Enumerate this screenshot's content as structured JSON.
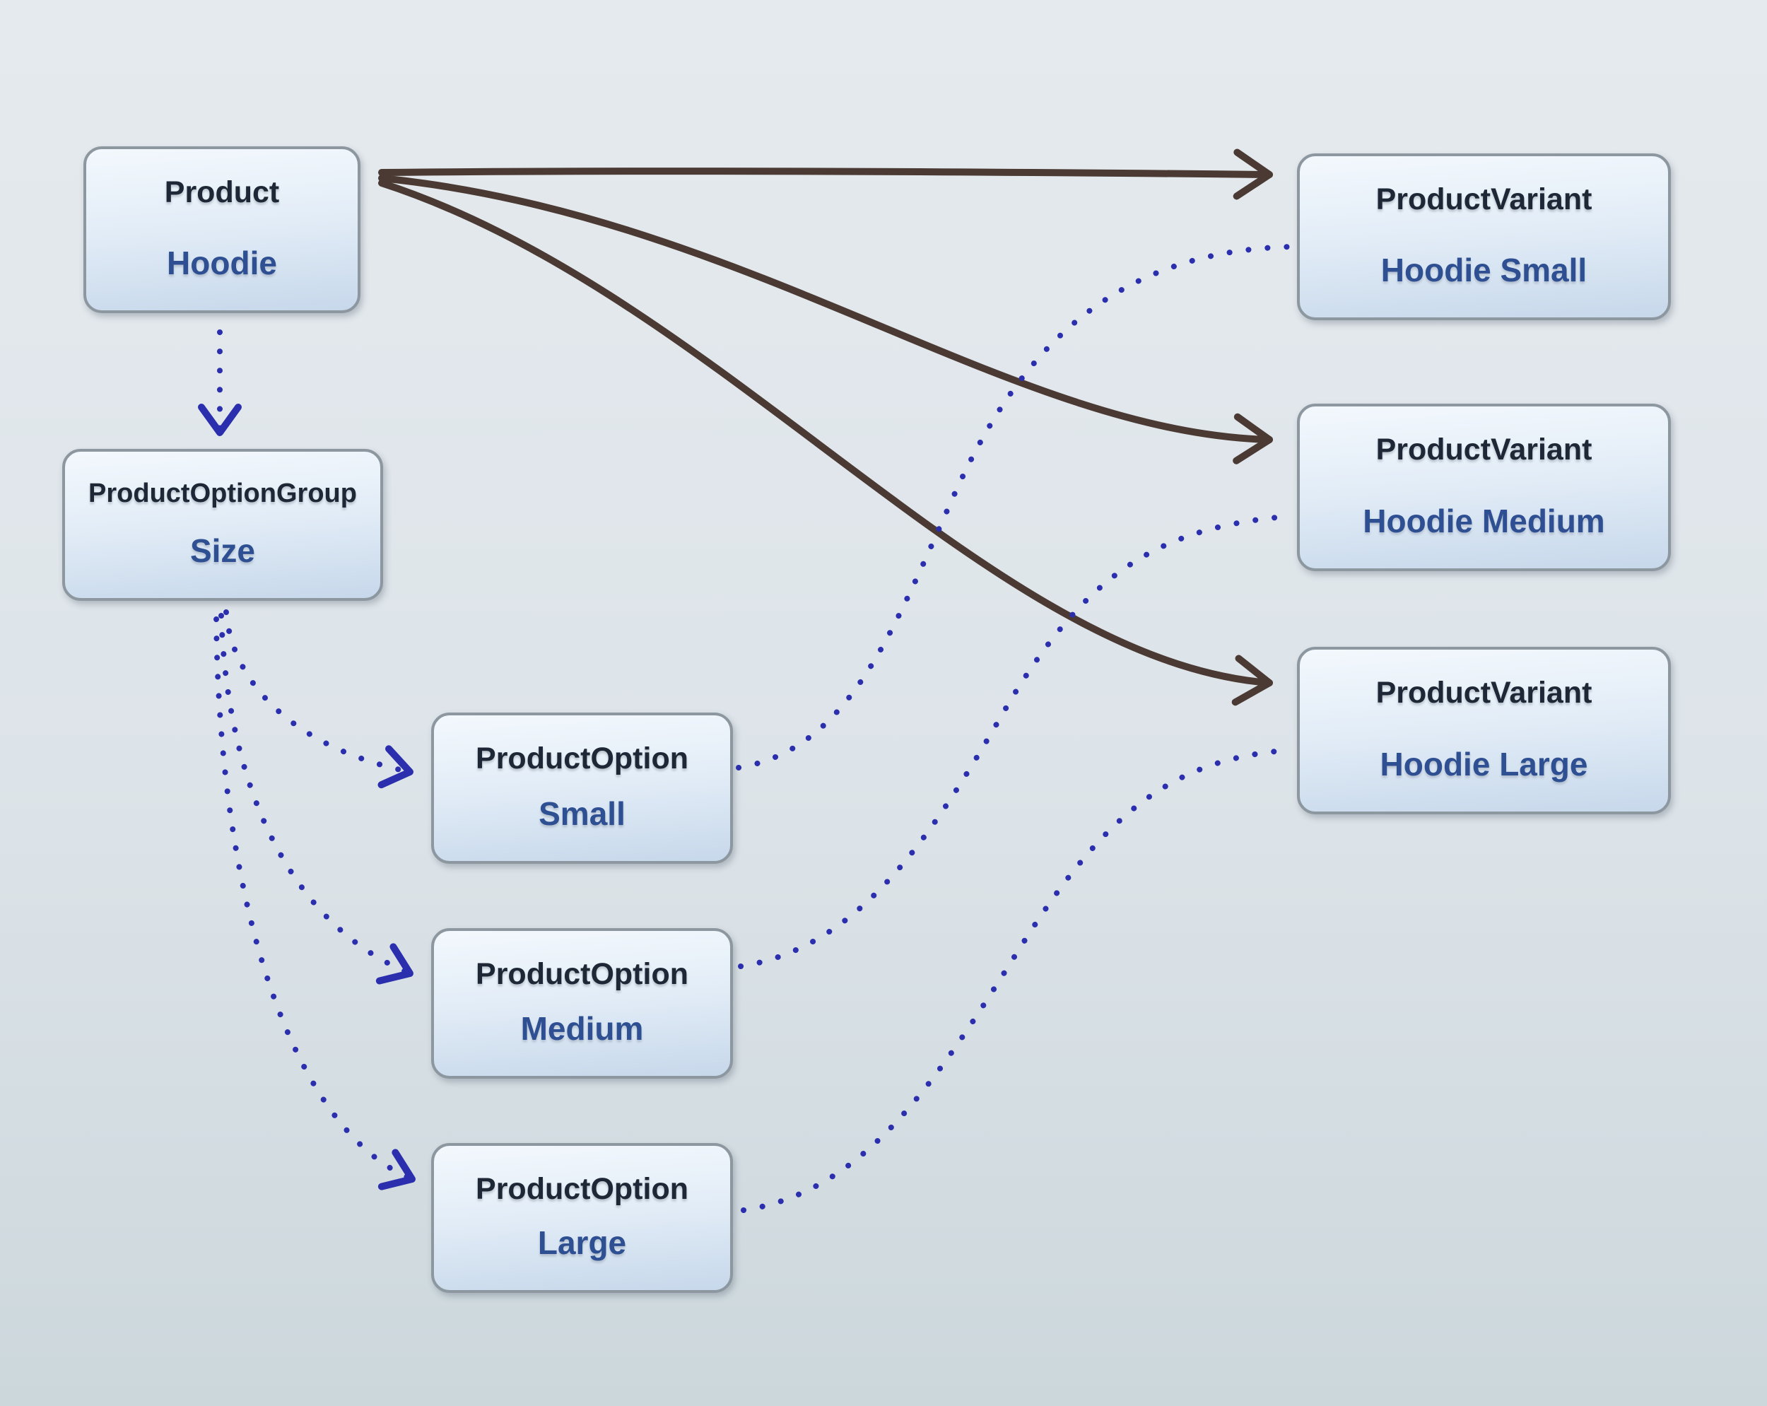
{
  "diagram_type": "entity-relationship",
  "nodes": [
    {
      "id": "product",
      "type": "Product",
      "label": "Hoodie"
    },
    {
      "id": "option-group",
      "type": "ProductOptionGroup",
      "label": "Size"
    },
    {
      "id": "option-small",
      "type": "ProductOption",
      "label": "Small"
    },
    {
      "id": "option-medium",
      "type": "ProductOption",
      "label": "Medium"
    },
    {
      "id": "option-large",
      "type": "ProductOption",
      "label": "Large"
    },
    {
      "id": "variant-small",
      "type": "ProductVariant",
      "label": "Hoodie Small"
    },
    {
      "id": "variant-medium",
      "type": "ProductVariant",
      "label": "Hoodie Medium"
    },
    {
      "id": "variant-large",
      "type": "ProductVariant",
      "label": "Hoodie Large"
    }
  ],
  "edges": [
    {
      "from": "Product (Hoodie)",
      "to": "ProductVariant (Hoodie Small)",
      "style": "solid",
      "arrowhead": "chevron"
    },
    {
      "from": "Product (Hoodie)",
      "to": "ProductVariant (Hoodie Medium)",
      "style": "solid",
      "arrowhead": "chevron"
    },
    {
      "from": "Product (Hoodie)",
      "to": "ProductVariant (Hoodie Large)",
      "style": "solid",
      "arrowhead": "chevron"
    },
    {
      "from": "Product (Hoodie)",
      "to": "ProductOptionGroup (Size)",
      "style": "dotted",
      "arrowhead": "chevron"
    },
    {
      "from": "ProductOptionGroup (Size)",
      "to": "ProductOption (Small)",
      "style": "dotted",
      "arrowhead": "chevron"
    },
    {
      "from": "ProductOptionGroup (Size)",
      "to": "ProductOption (Medium)",
      "style": "dotted",
      "arrowhead": "chevron"
    },
    {
      "from": "ProductOptionGroup (Size)",
      "to": "ProductOption (Large)",
      "style": "dotted",
      "arrowhead": "chevron"
    },
    {
      "from": "ProductOption (Small)",
      "to": "ProductVariant (Hoodie Small)",
      "style": "dotted",
      "arrowhead": "none"
    },
    {
      "from": "ProductOption (Medium)",
      "to": "ProductVariant (Hoodie Medium)",
      "style": "dotted",
      "arrowhead": "none"
    },
    {
      "from": "ProductOption (Large)",
      "to": "ProductVariant (Hoodie Large)",
      "style": "dotted",
      "arrowhead": "none"
    }
  ],
  "colors": {
    "solid_edge": "#4a3a33",
    "dotted_edge": "#2b2fae",
    "node_border": "#8d979f",
    "node_title": "#1d2736",
    "node_label": "#2e4f92",
    "background_top": "#e5eaee",
    "background_bottom": "#ccd7dc"
  }
}
